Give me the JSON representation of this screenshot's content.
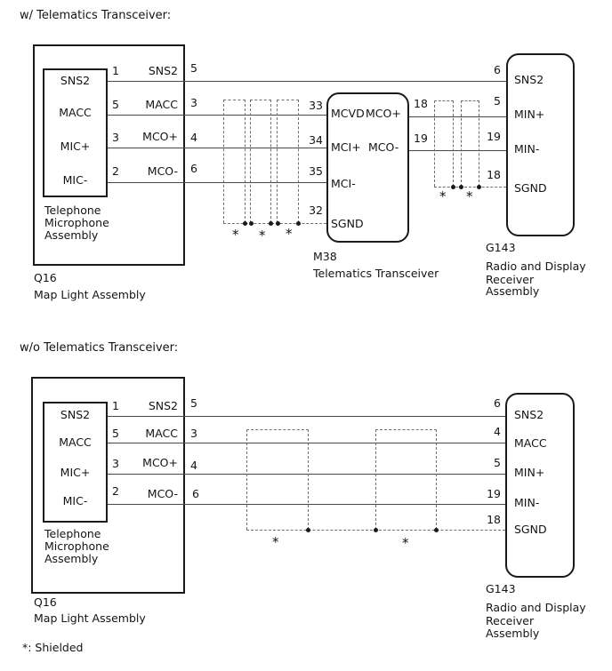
{
  "page": {
    "heading_with": "w/ Telematics Transceiver:",
    "heading_without": "w/o Telematics Transceiver:",
    "footnote": "*: Shielded",
    "shield_marker": "*"
  },
  "colors": {
    "wire": "#4a4a4a",
    "shield_dash": "#6f6f6f",
    "box_border": "#1a1a1a",
    "background": "#ffffff"
  },
  "with_transceiver": {
    "map_light": {
      "code": "Q16",
      "name": "Map Light Assembly",
      "inner_name_lines": [
        "Telephone",
        "Microphone",
        "Assembly"
      ],
      "inner_pins": [
        "SNS2",
        "MACC",
        "MIC+",
        "MIC-"
      ],
      "rows": [
        {
          "pin": "1",
          "wire": "SNS2",
          "conn": "5"
        },
        {
          "pin": "5",
          "wire": "MACC",
          "conn": "3"
        },
        {
          "pin": "3",
          "wire": "MCO+",
          "conn": "4"
        },
        {
          "pin": "2",
          "wire": "MCO-",
          "conn": "6"
        }
      ]
    },
    "transceiver": {
      "code": "M38",
      "name": "Telematics Transceiver",
      "left_pins": [
        {
          "num": "33",
          "label": "MCVD"
        },
        {
          "num": "34",
          "label": "MCI+"
        },
        {
          "num": "35",
          "label": "MCI-"
        },
        {
          "num": "32",
          "label": "SGND"
        }
      ],
      "right_pins": [
        {
          "num": "18",
          "label": "MCO+"
        },
        {
          "num": "19",
          "label": "MCO-"
        }
      ]
    },
    "receiver": {
      "code": "G143",
      "name_lines": [
        "Radio and Display",
        "Receiver",
        "Assembly"
      ],
      "pins": [
        {
          "num": "6",
          "label": "SNS2"
        },
        {
          "num": "5",
          "label": "MIN+"
        },
        {
          "num": "19",
          "label": "MIN-"
        },
        {
          "num": "18",
          "label": "SGND"
        }
      ]
    }
  },
  "without_transceiver": {
    "map_light": {
      "code": "Q16",
      "name": "Map Light Assembly",
      "inner_name_lines": [
        "Telephone",
        "Microphone",
        "Assembly"
      ],
      "inner_pins": [
        "SNS2",
        "MACC",
        "MIC+",
        "MIC-"
      ],
      "rows": [
        {
          "pin": "1",
          "wire": "SNS2",
          "conn": "5"
        },
        {
          "pin": "5",
          "wire": "MACC",
          "conn": "3"
        },
        {
          "pin": "3",
          "wire": "MCO+",
          "conn": "4"
        },
        {
          "pin": "2",
          "wire": "MCO-",
          "conn": "6"
        }
      ]
    },
    "receiver": {
      "code": "G143",
      "name_lines": [
        "Radio and Display",
        "Receiver",
        "Assembly"
      ],
      "pins": [
        {
          "num": "6",
          "label": "SNS2"
        },
        {
          "num": "4",
          "label": "MACC"
        },
        {
          "num": "5",
          "label": "MIN+"
        },
        {
          "num": "19",
          "label": "MIN-"
        },
        {
          "num": "18",
          "label": "SGND"
        }
      ]
    }
  }
}
